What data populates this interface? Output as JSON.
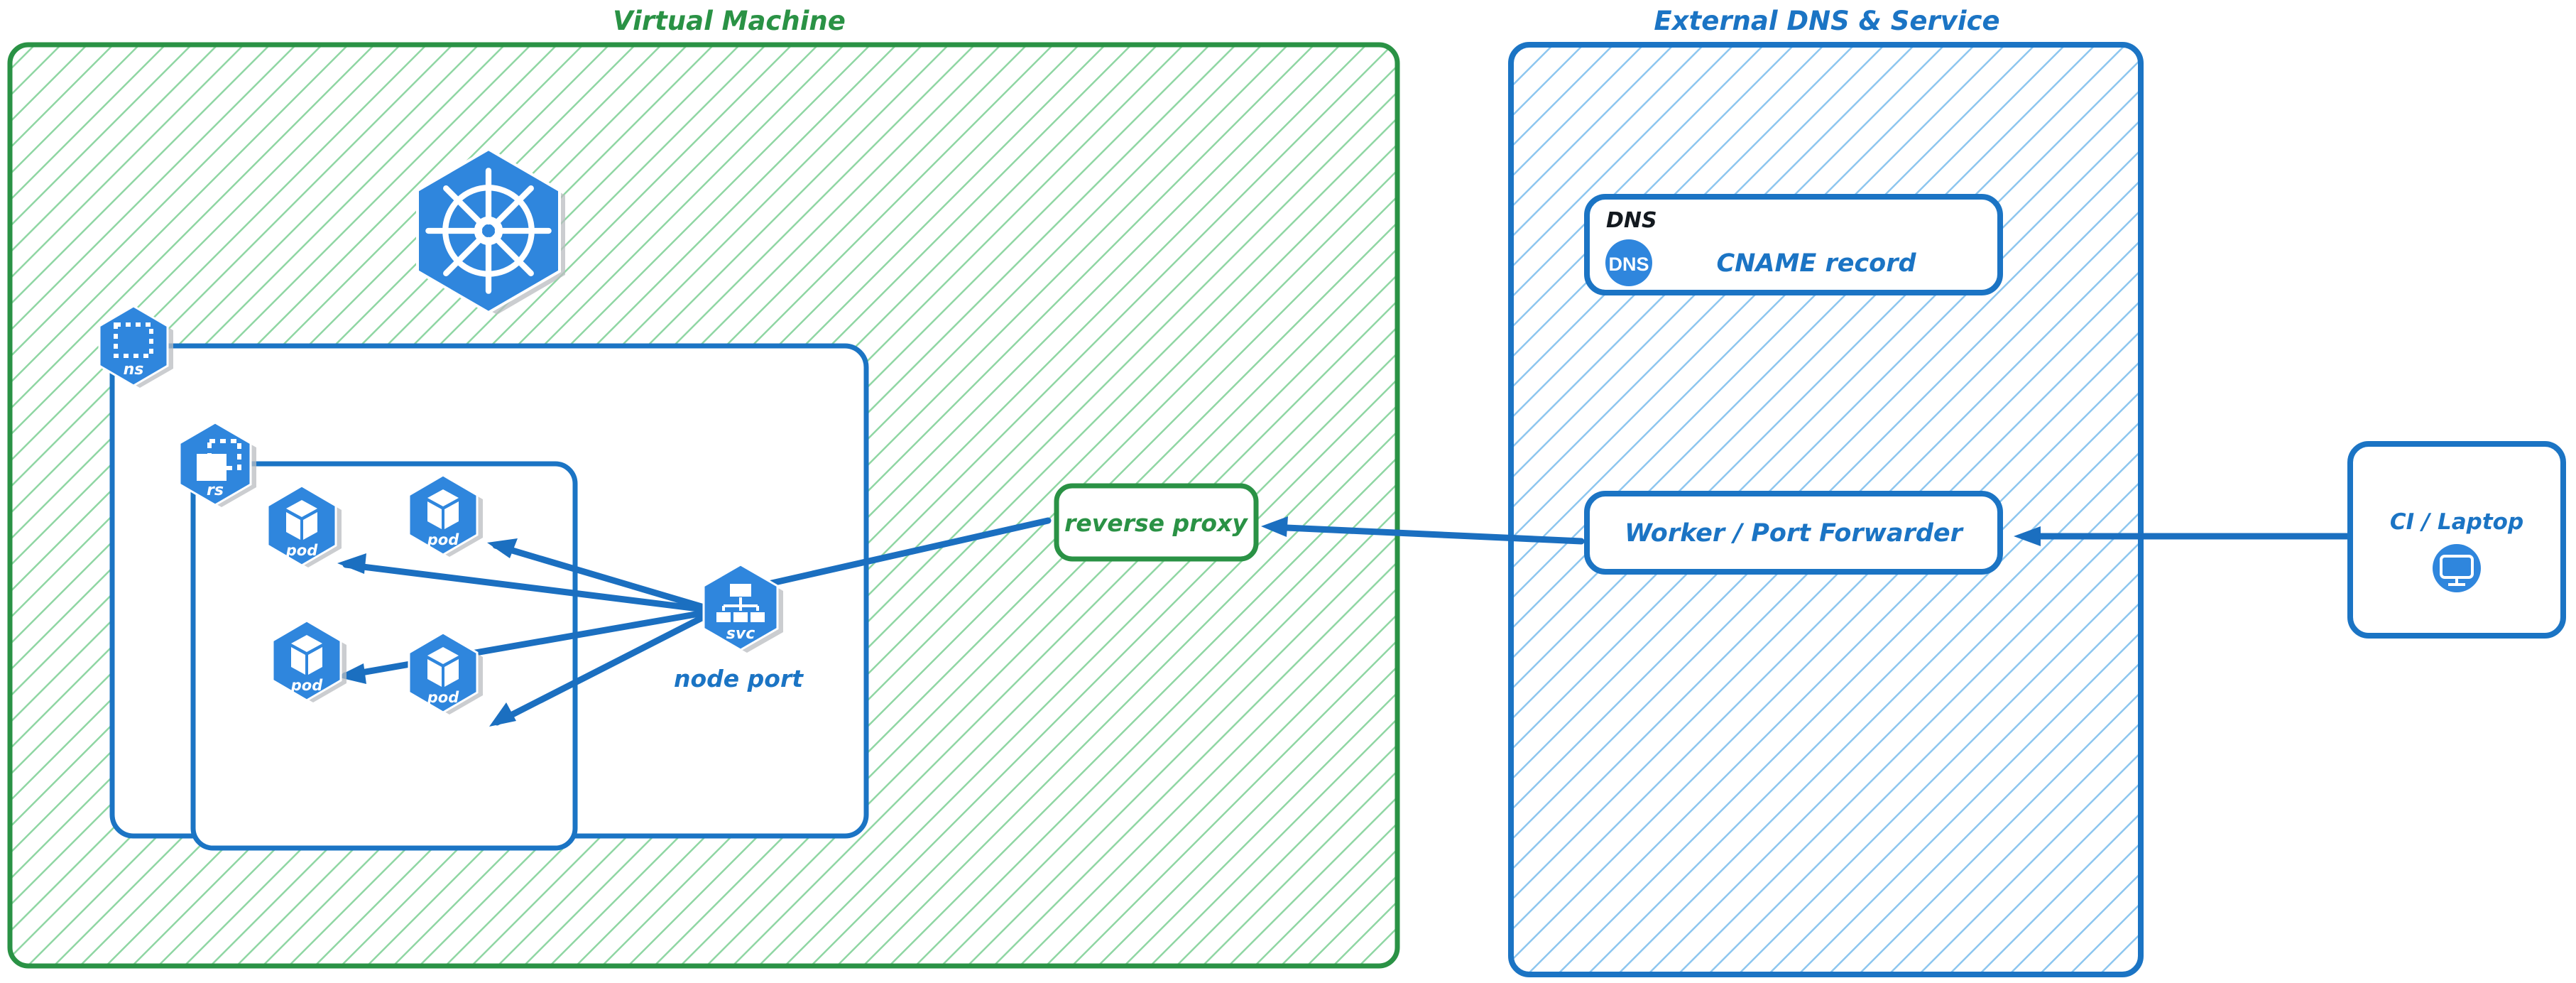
{
  "diagram": {
    "title_left": "Virtual Machine",
    "title_right": "External DNS & Service",
    "colors": {
      "green": "#2a9245",
      "green_hatch": "#8fd6a3",
      "blue": "#1b74c4",
      "blue_hatch": "#8dc6ef",
      "k8s_blue": "#2f86dd",
      "arrow": "#1b6fc0",
      "black": "#13191f",
      "white": "#ffffff"
    }
  },
  "vm": {
    "label": "Virtual Machine",
    "namespace": {
      "badge_label": "ns",
      "icon": "kubernetes-namespace-icon"
    },
    "replicaset": {
      "badge_label": "rs",
      "icon": "kubernetes-replicaset-icon"
    },
    "kubernetes_logo": {
      "icon": "kubernetes-logo-icon",
      "label": ""
    },
    "pods": [
      {
        "label": "pod",
        "icon": "kubernetes-pod-icon"
      },
      {
        "label": "pod",
        "icon": "kubernetes-pod-icon"
      },
      {
        "label": "pod",
        "icon": "kubernetes-pod-icon"
      },
      {
        "label": "pod",
        "icon": "kubernetes-pod-icon"
      }
    ],
    "service": {
      "badge_label": "svc",
      "icon": "kubernetes-service-icon",
      "caption": "node port"
    },
    "reverse_proxy": {
      "label": "reverse proxy"
    }
  },
  "external": {
    "label": "External DNS & Service",
    "dns_group": {
      "group_label": "DNS",
      "badge_label": "DNS",
      "record_label": "CNAME record",
      "icon": "dns-circle-icon"
    },
    "worker": {
      "label": "Worker / Port Forwarder"
    }
  },
  "client": {
    "label": "CI / Laptop",
    "icon": "desktop-monitor-icon"
  },
  "connections": [
    {
      "from": "service",
      "to": "pod-1",
      "style": "arrow"
    },
    {
      "from": "service",
      "to": "pod-2",
      "style": "arrow"
    },
    {
      "from": "service",
      "to": "pod-3",
      "style": "arrow"
    },
    {
      "from": "service",
      "to": "pod-4",
      "style": "arrow"
    },
    {
      "from": "reverse-proxy",
      "to": "service",
      "style": "arrow"
    },
    {
      "from": "worker",
      "to": "reverse-proxy",
      "style": "arrow"
    },
    {
      "from": "ci-laptop",
      "to": "worker",
      "style": "arrow"
    }
  ]
}
